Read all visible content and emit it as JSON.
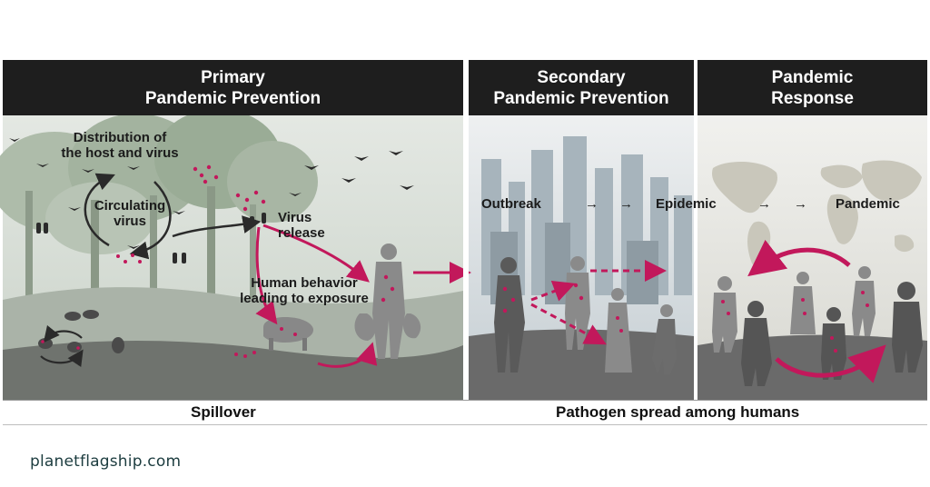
{
  "panels": {
    "primary": {
      "title_line1": "Primary",
      "title_line2": "Pandemic Prevention"
    },
    "secondary": {
      "title_line1": "Secondary",
      "title_line2": "Pandemic Prevention"
    },
    "response": {
      "title_line1": "Pandemic",
      "title_line2": "Response"
    }
  },
  "primary_labels": {
    "distribution_line1": "Distribution of",
    "distribution_line2": "the host and virus",
    "circulating_line1": "Circulating",
    "circulating_line2": "virus",
    "release_line1": "Virus",
    "release_line2": "release",
    "behavior_line1": "Human behavior",
    "behavior_line2": "leading to exposure"
  },
  "stages": {
    "outbreak": "Outbreak",
    "epidemic": "Epidemic",
    "pandemic": "Pandemic",
    "arrow_glyph": "→"
  },
  "footer": {
    "left": "Spillover",
    "right": "Pathogen spread among humans"
  },
  "brand": "planetflagship.com",
  "colors": {
    "header_bg": "#1e1e1e",
    "accent_magenta": "#c2185b",
    "sky_primary": "#d6ddd6",
    "sky_secondary": "#cfd6da",
    "sky_response": "#dcdcd6",
    "ground": "#6a6a6a"
  }
}
